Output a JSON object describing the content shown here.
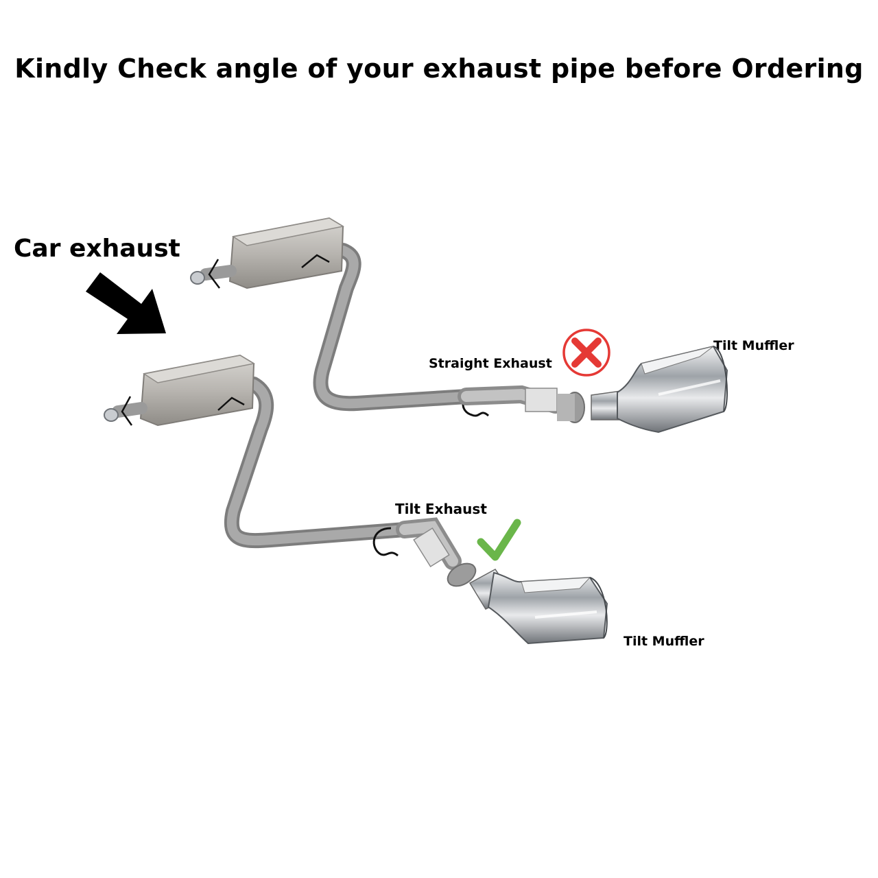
{
  "title": "Kindly Check angle of your exhaust pipe before Ordering",
  "labels": {
    "car_exhaust": "Car exhaust",
    "straight_exhaust": "Straight Exhaust",
    "tilt_muffler_top": "Tilt Muffler",
    "tilt_exhaust": "Tilt Exhaust",
    "tilt_muffler_bottom": "Tilt Muffler"
  },
  "icons": {
    "wrong": "cross-mark-icon",
    "right": "check-mark-icon",
    "pointer": "arrow-icon"
  },
  "colors": {
    "wrong": "#e53935",
    "right": "#6ab64a",
    "pipe": "#9a9a9a",
    "muffler": "#b8b5b0",
    "chrome": "#c9ccd0",
    "text": "#000000"
  }
}
